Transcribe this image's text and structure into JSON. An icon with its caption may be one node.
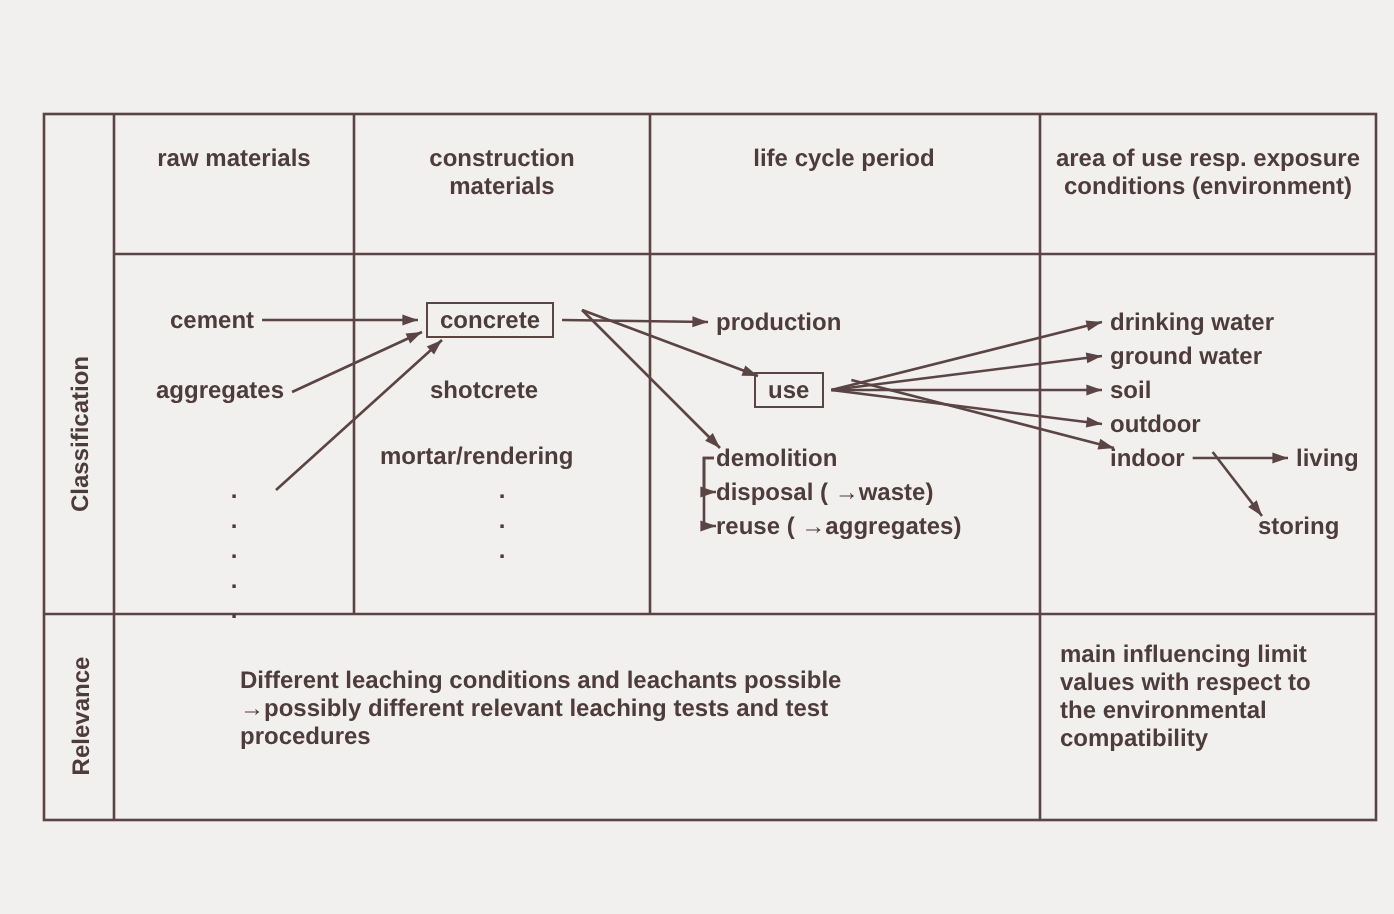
{
  "diagram": {
    "nodes": [
      {
        "text": [
          "cement"
        ]
      },
      {
        "text": [
          "aggregates"
        ]
      },
      {
        "text": [
          "concrete"
        ]
      },
      {
        "text": [
          "shotcrete"
        ]
      },
      {
        "text": [
          "mortar/rendering"
        ]
      },
      {
        "text": [
          "production"
        ]
      },
      {
        "text": [
          "use"
        ]
      },
      {
        "text": [
          "demolition"
        ]
      },
      {
        "text": [
          "disposal ( →waste)"
        ]
      },
      {
        "text": [
          "reuse ( →aggregates)"
        ]
      },
      {
        "text": [
          "drinking water"
        ]
      },
      {
        "text": [
          "ground water"
        ]
      },
      {
        "text": [
          "soil"
        ]
      },
      {
        "text": [
          "outdoor"
        ]
      },
      {
        "text": [
          "indoor"
        ]
      },
      {
        "text": [
          "living"
        ]
      },
      {
        "text": [
          "storing"
        ]
      }
    ],
    "edges": [
      {
        "from": 0,
        "to": 2,
        "arrow": "to"
      },
      {
        "from": 1,
        "to": 2,
        "arrow": "to"
      },
      {
        "from": null,
        "to": 2,
        "arrow": "to"
      },
      {
        "from": 2,
        "to": 5,
        "arrow": "to"
      },
      {
        "from": 2,
        "to": 6,
        "arrow": "to"
      },
      {
        "from": 2,
        "to": 7,
        "arrow": "to"
      },
      {
        "from": 7,
        "to": 8,
        "arrow": "to"
      },
      {
        "from": 7,
        "to": 9,
        "arrow": "to"
      },
      {
        "from": 6,
        "to": 10,
        "arrow": "to"
      },
      {
        "from": 6,
        "to": 11,
        "arrow": "to"
      },
      {
        "from": 6,
        "to": 12,
        "arrow": "to"
      },
      {
        "from": 6,
        "to": 13,
        "arrow": "to"
      },
      {
        "from": 6,
        "to": 14,
        "arrow": "to"
      },
      {
        "from": 14,
        "to": 15,
        "arrow": "to"
      },
      {
        "from": 14,
        "to": 16,
        "arrow": "to"
      }
    ],
    "labels": [
      "raw materials",
      "construction materials",
      "life cycle period",
      "area of use resp. exposure conditions (environment)",
      "Classification",
      ".",
      ".",
      ".",
      ".",
      ".",
      ".",
      ".",
      ".",
      "Relevance",
      "Different leaching conditions and leachants possible →possibly different relevant leaching tests and test procedures",
      "main influencing limit values with respect to the environmental compatibility"
    ]
  }
}
